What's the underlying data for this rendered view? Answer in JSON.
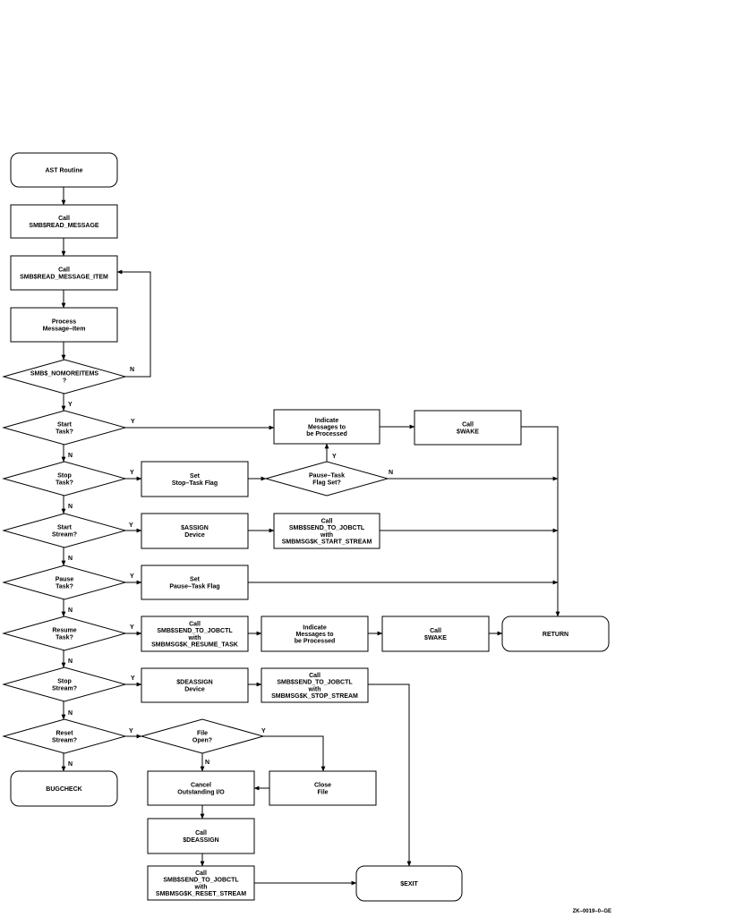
{
  "nodes": {
    "ast": {
      "lines": [
        "AST Routine"
      ]
    },
    "read_msg": {
      "lines": [
        "Call",
        "SMB$READ_MESSAGE"
      ]
    },
    "read_item": {
      "lines": [
        "Call",
        "SMB$READ_MESSAGE_ITEM"
      ]
    },
    "process": {
      "lines": [
        "Process",
        "Message–Item"
      ]
    },
    "nomore": {
      "lines": [
        "SMB$_NOMOREITEMS",
        "?"
      ]
    },
    "start_task": {
      "lines": [
        "Start",
        "Task?"
      ]
    },
    "indicate1": {
      "lines": [
        "Indicate",
        "Messages to",
        "be Processed"
      ]
    },
    "wake1": {
      "lines": [
        "Call",
        "$WAKE"
      ]
    },
    "stop_task": {
      "lines": [
        "Stop",
        "Task?"
      ]
    },
    "set_stop": {
      "lines": [
        "Set",
        "Stop–Task Flag"
      ]
    },
    "pause_set": {
      "lines": [
        "Pause–Task",
        "Flag Set?"
      ]
    },
    "start_stream": {
      "lines": [
        "Start",
        "Stream?"
      ]
    },
    "assign": {
      "lines": [
        "$ASSIGN",
        "Device"
      ]
    },
    "send_start": {
      "lines": [
        "Call",
        "SMB$SEND_TO_JOBCTL",
        "with",
        "SMBMSG$K_START_STREAM"
      ]
    },
    "pause_task": {
      "lines": [
        "Pause",
        "Task?"
      ]
    },
    "set_pause": {
      "lines": [
        "Set",
        "Pause–Task Flag"
      ]
    },
    "resume_task": {
      "lines": [
        "Resume",
        "Task?"
      ]
    },
    "send_resume": {
      "lines": [
        "Call",
        "SMB$SEND_TO_JOBCTL",
        "with",
        "SMBMSG$K_RESUME_TASK"
      ]
    },
    "indicate2": {
      "lines": [
        "Indicate",
        "Messages to",
        "be Processed"
      ]
    },
    "wake2": {
      "lines": [
        "Call",
        "$WAKE"
      ]
    },
    "return": {
      "lines": [
        "RETURN"
      ]
    },
    "stop_stream": {
      "lines": [
        "Stop",
        "Stream?"
      ]
    },
    "deassign1": {
      "lines": [
        "$DEASSIGN",
        "Device"
      ]
    },
    "send_stop": {
      "lines": [
        "Call",
        "SMB$SEND_TO_JOBCTL",
        "with",
        "SMBMSG$K_STOP_STREAM"
      ]
    },
    "reset_stream": {
      "lines": [
        "Reset",
        "Stream?"
      ]
    },
    "file_open": {
      "lines": [
        "File",
        "Open?"
      ]
    },
    "bugcheck": {
      "lines": [
        "BUGCHECK"
      ]
    },
    "cancel": {
      "lines": [
        "Cancel",
        "Outstanding I/O"
      ]
    },
    "close": {
      "lines": [
        "Close",
        "File"
      ]
    },
    "deassign2": {
      "lines": [
        "Call",
        "$DEASSIGN"
      ]
    },
    "send_reset": {
      "lines": [
        "Call",
        "SMB$SEND_TO_JOBCTL",
        "with",
        "SMBMSG$K_RESET_STREAM"
      ]
    },
    "exit": {
      "lines": [
        "$EXIT"
      ]
    }
  },
  "branch_labels": {
    "nomore_no": "N",
    "nomore_yes": "Y",
    "start_task_yes": "Y",
    "start_task_no": "N",
    "stop_task_yes": "Y",
    "stop_task_no": "N",
    "pause_set_yes": "Y",
    "pause_set_no": "N",
    "start_stream_yes": "Y",
    "start_stream_no": "N",
    "pause_task_yes": "Y",
    "pause_task_no": "N",
    "resume_task_yes": "Y",
    "resume_task_no": "N",
    "stop_stream_yes": "Y",
    "stop_stream_no": "N",
    "reset_stream_yes": "Y",
    "reset_stream_no": "N",
    "file_open_yes": "Y",
    "file_open_no": "N"
  },
  "figure_id": "ZK–0019–0–GE"
}
